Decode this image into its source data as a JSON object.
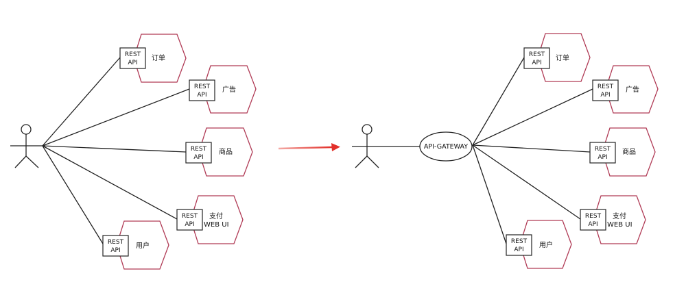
{
  "diagram": {
    "left_services": [
      {
        "api": "REST",
        "api2": "API",
        "label": "订单",
        "label2": ""
      },
      {
        "api": "REST",
        "api2": "API",
        "label": "广告",
        "label2": ""
      },
      {
        "api": "REST",
        "api2": "API",
        "label": "商品",
        "label2": ""
      },
      {
        "api": "REST",
        "api2": "API",
        "label": "支付",
        "label2": "WEB UI"
      },
      {
        "api": "REST",
        "api2": "API",
        "label": "用户",
        "label2": ""
      }
    ],
    "right_services": [
      {
        "api": "REST",
        "api2": "API",
        "label": "订单",
        "label2": ""
      },
      {
        "api": "REST",
        "api2": "API",
        "label": "广告",
        "label2": ""
      },
      {
        "api": "REST",
        "api2": "API",
        "label": "商品",
        "label2": ""
      },
      {
        "api": "REST",
        "api2": "API",
        "label": "支付",
        "label2": "WEB UI"
      },
      {
        "api": "REST",
        "api2": "API",
        "label": "用户",
        "label2": ""
      }
    ],
    "gateway": {
      "label": "API-GATEWAY"
    },
    "colors": {
      "hexagon_stroke": "#b03a55",
      "line": "#222222",
      "arrow": "#e2302a"
    }
  }
}
